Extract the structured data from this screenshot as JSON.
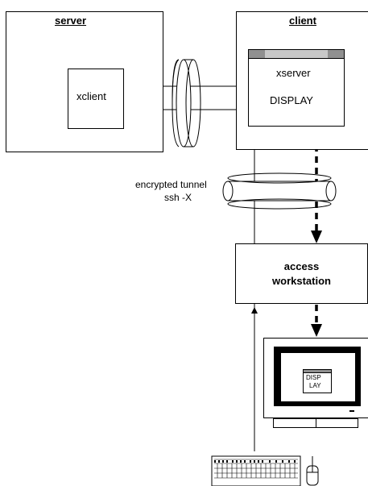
{
  "server": {
    "title": "server",
    "xclient": "xclient"
  },
  "client": {
    "title": "client",
    "xserver": "xserver",
    "display": "DISPLAY"
  },
  "tunnel": {
    "line1": "encrypted tunnel",
    "line2": "ssh -X"
  },
  "workstation": {
    "line1": "access",
    "line2": "workstation"
  },
  "monitor": {
    "line1": "DISP",
    "line2": "LAY"
  },
  "colors": {
    "line": "#000000",
    "window_titlebar": "#909090",
    "window_titlebar_light": "#c8c8c8",
    "screen": "#000000"
  }
}
